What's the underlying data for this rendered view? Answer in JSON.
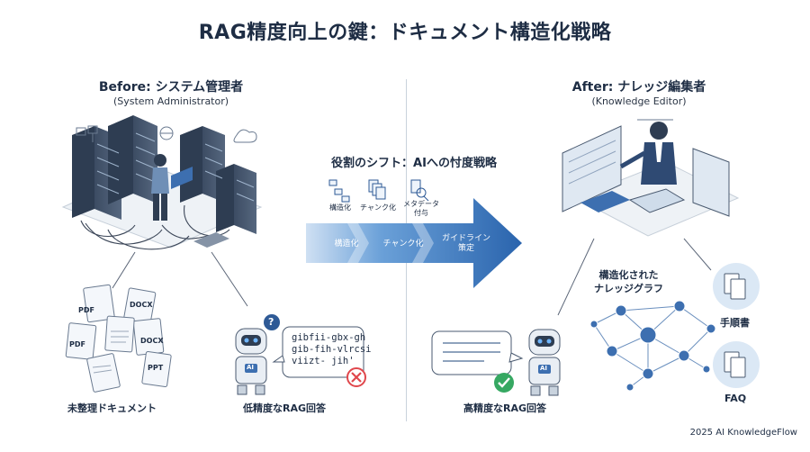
{
  "title": "RAG精度向上の鍵：ドキュメント構造化戦略",
  "before": {
    "heading": "Before: システム管理者",
    "subheading": "(System Administrator)",
    "docs_caption": "未整理ドキュメント",
    "answer_caption": "低精度なRAG回答",
    "garbled_answer": "gibfii-gbx-gh\ngib-fih-vlrcsi\nviizt- jih'",
    "doc_labels": [
      "PDF",
      "DOCX",
      "PDF",
      "DOCX",
      "PPT"
    ]
  },
  "middle": {
    "heading": "役割のシフト：AIへの忖度戦略",
    "icons": [
      "構造化",
      "チャンク化",
      "メタデータ\n付与"
    ],
    "arrow_steps": [
      "構造化",
      "チャンク化",
      "ガイドライン\n策定"
    ]
  },
  "after": {
    "heading": "After: ナレッジ編集者",
    "subheading": "(Knowledge Editor)",
    "graph_caption": "構造化された\nナレッジグラフ",
    "answer_caption": "高精度なRAG回答",
    "manual_label": "手順書",
    "faq_label": "FAQ"
  },
  "robot_badge": "AI",
  "question_mark": "?",
  "footer": "2025 AI KnowledgeFlow",
  "colors": {
    "navy": "#1e2d44",
    "blue": "#2f6db5",
    "light_blue": "#dbe8f5",
    "red": "#e0474c",
    "green": "#36a862"
  }
}
